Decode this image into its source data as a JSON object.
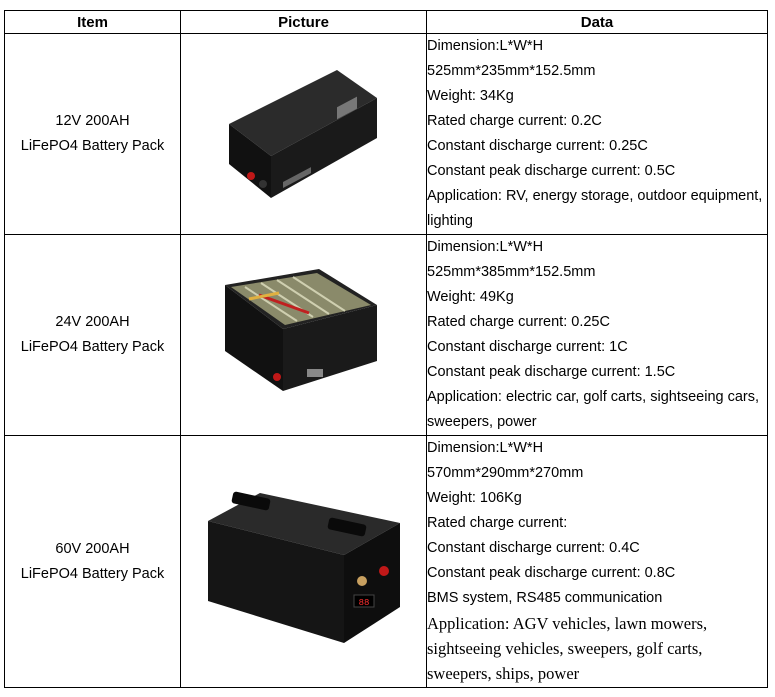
{
  "headers": {
    "item": "Item",
    "picture": "Picture",
    "data": "Data"
  },
  "rows": [
    {
      "item": [
        "12V 200AH",
        "LiFePO4 Battery Pack"
      ],
      "picture_icon": "black-battery-box-icon",
      "data": [
        "Dimension:L*W*H",
        "525mm*235mm*152.5mm",
        "Weight: 34Kg",
        "Rated charge current: 0.2C",
        "Constant discharge current: 0.25C",
        "Constant peak discharge current: 0.5C",
        "Application: RV, energy storage, outdoor equipment, lighting"
      ]
    },
    {
      "item": [
        "24V 200AH",
        "LiFePO4 Battery Pack"
      ],
      "picture_icon": "open-battery-cells-icon",
      "data": [
        "Dimension:L*W*H",
        "525mm*385mm*152.5mm",
        "Weight: 49Kg",
        "Rated charge current: 0.25C",
        "Constant discharge current: 1C",
        "Constant peak discharge current: 1.5C",
        "Application: electric car, golf carts, sightseeing cars, sweepers, power"
      ]
    },
    {
      "item": [
        "60V 200AH",
        "LiFePO4 Battery Pack"
      ],
      "picture_icon": "battery-with-handles-icon",
      "data": [
        "Dimension:L*W*H",
        "570mm*290mm*270mm",
        "Weight: 106Kg",
        "Rated charge current:",
        "Constant discharge current: 0.4C",
        "Constant peak discharge current: 0.8C",
        "BMS system, RS485 communication"
      ],
      "application": "Application: AGV vehicles, lawn mowers, sightseeing vehicles, sweepers, golf carts, sweepers, ships, power",
      "display_text": "88"
    }
  ]
}
